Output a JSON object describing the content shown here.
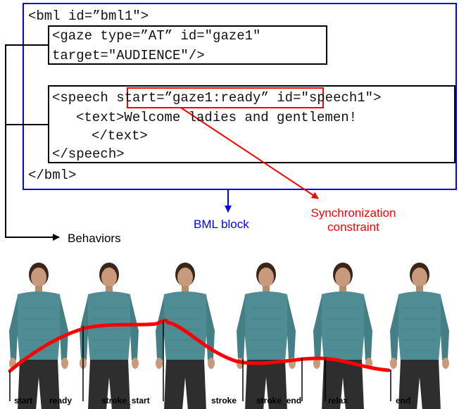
{
  "bml_code": {
    "bml_open": "<bml id=”bml1\">",
    "gaze_line1": "<gaze type=”AT” id=\"gaze1\"",
    "gaze_line2": "target=\"AUDIENCE\"/>",
    "speech_open_prefix": "<speech ",
    "speech_sync_attr": "start=”gaze1:ready”",
    "speech_open_suffix": " id=\"speech1\">",
    "text_line": "<text>Welcome ladies and gentlemen!",
    "text_close": "</text>",
    "speech_close": "</speech>",
    "bml_close": "</bml>"
  },
  "annotations": {
    "bml_block": "BML block",
    "sync_line1": "Synchronization",
    "sync_line2": "constraint",
    "behaviors": "Behaviors"
  },
  "sync_points": [
    "start",
    "ready",
    "stroke_start",
    "stroke",
    "stroke_end",
    "relax",
    "end"
  ],
  "colors": {
    "bml_block": "#0000ff",
    "sync": "#ff0000",
    "speech_box": "#000000",
    "figure_top": "#4f8d94",
    "figure_pants": "#2e2e2e",
    "skin": "#c8997a",
    "hair": "#3a2618"
  }
}
